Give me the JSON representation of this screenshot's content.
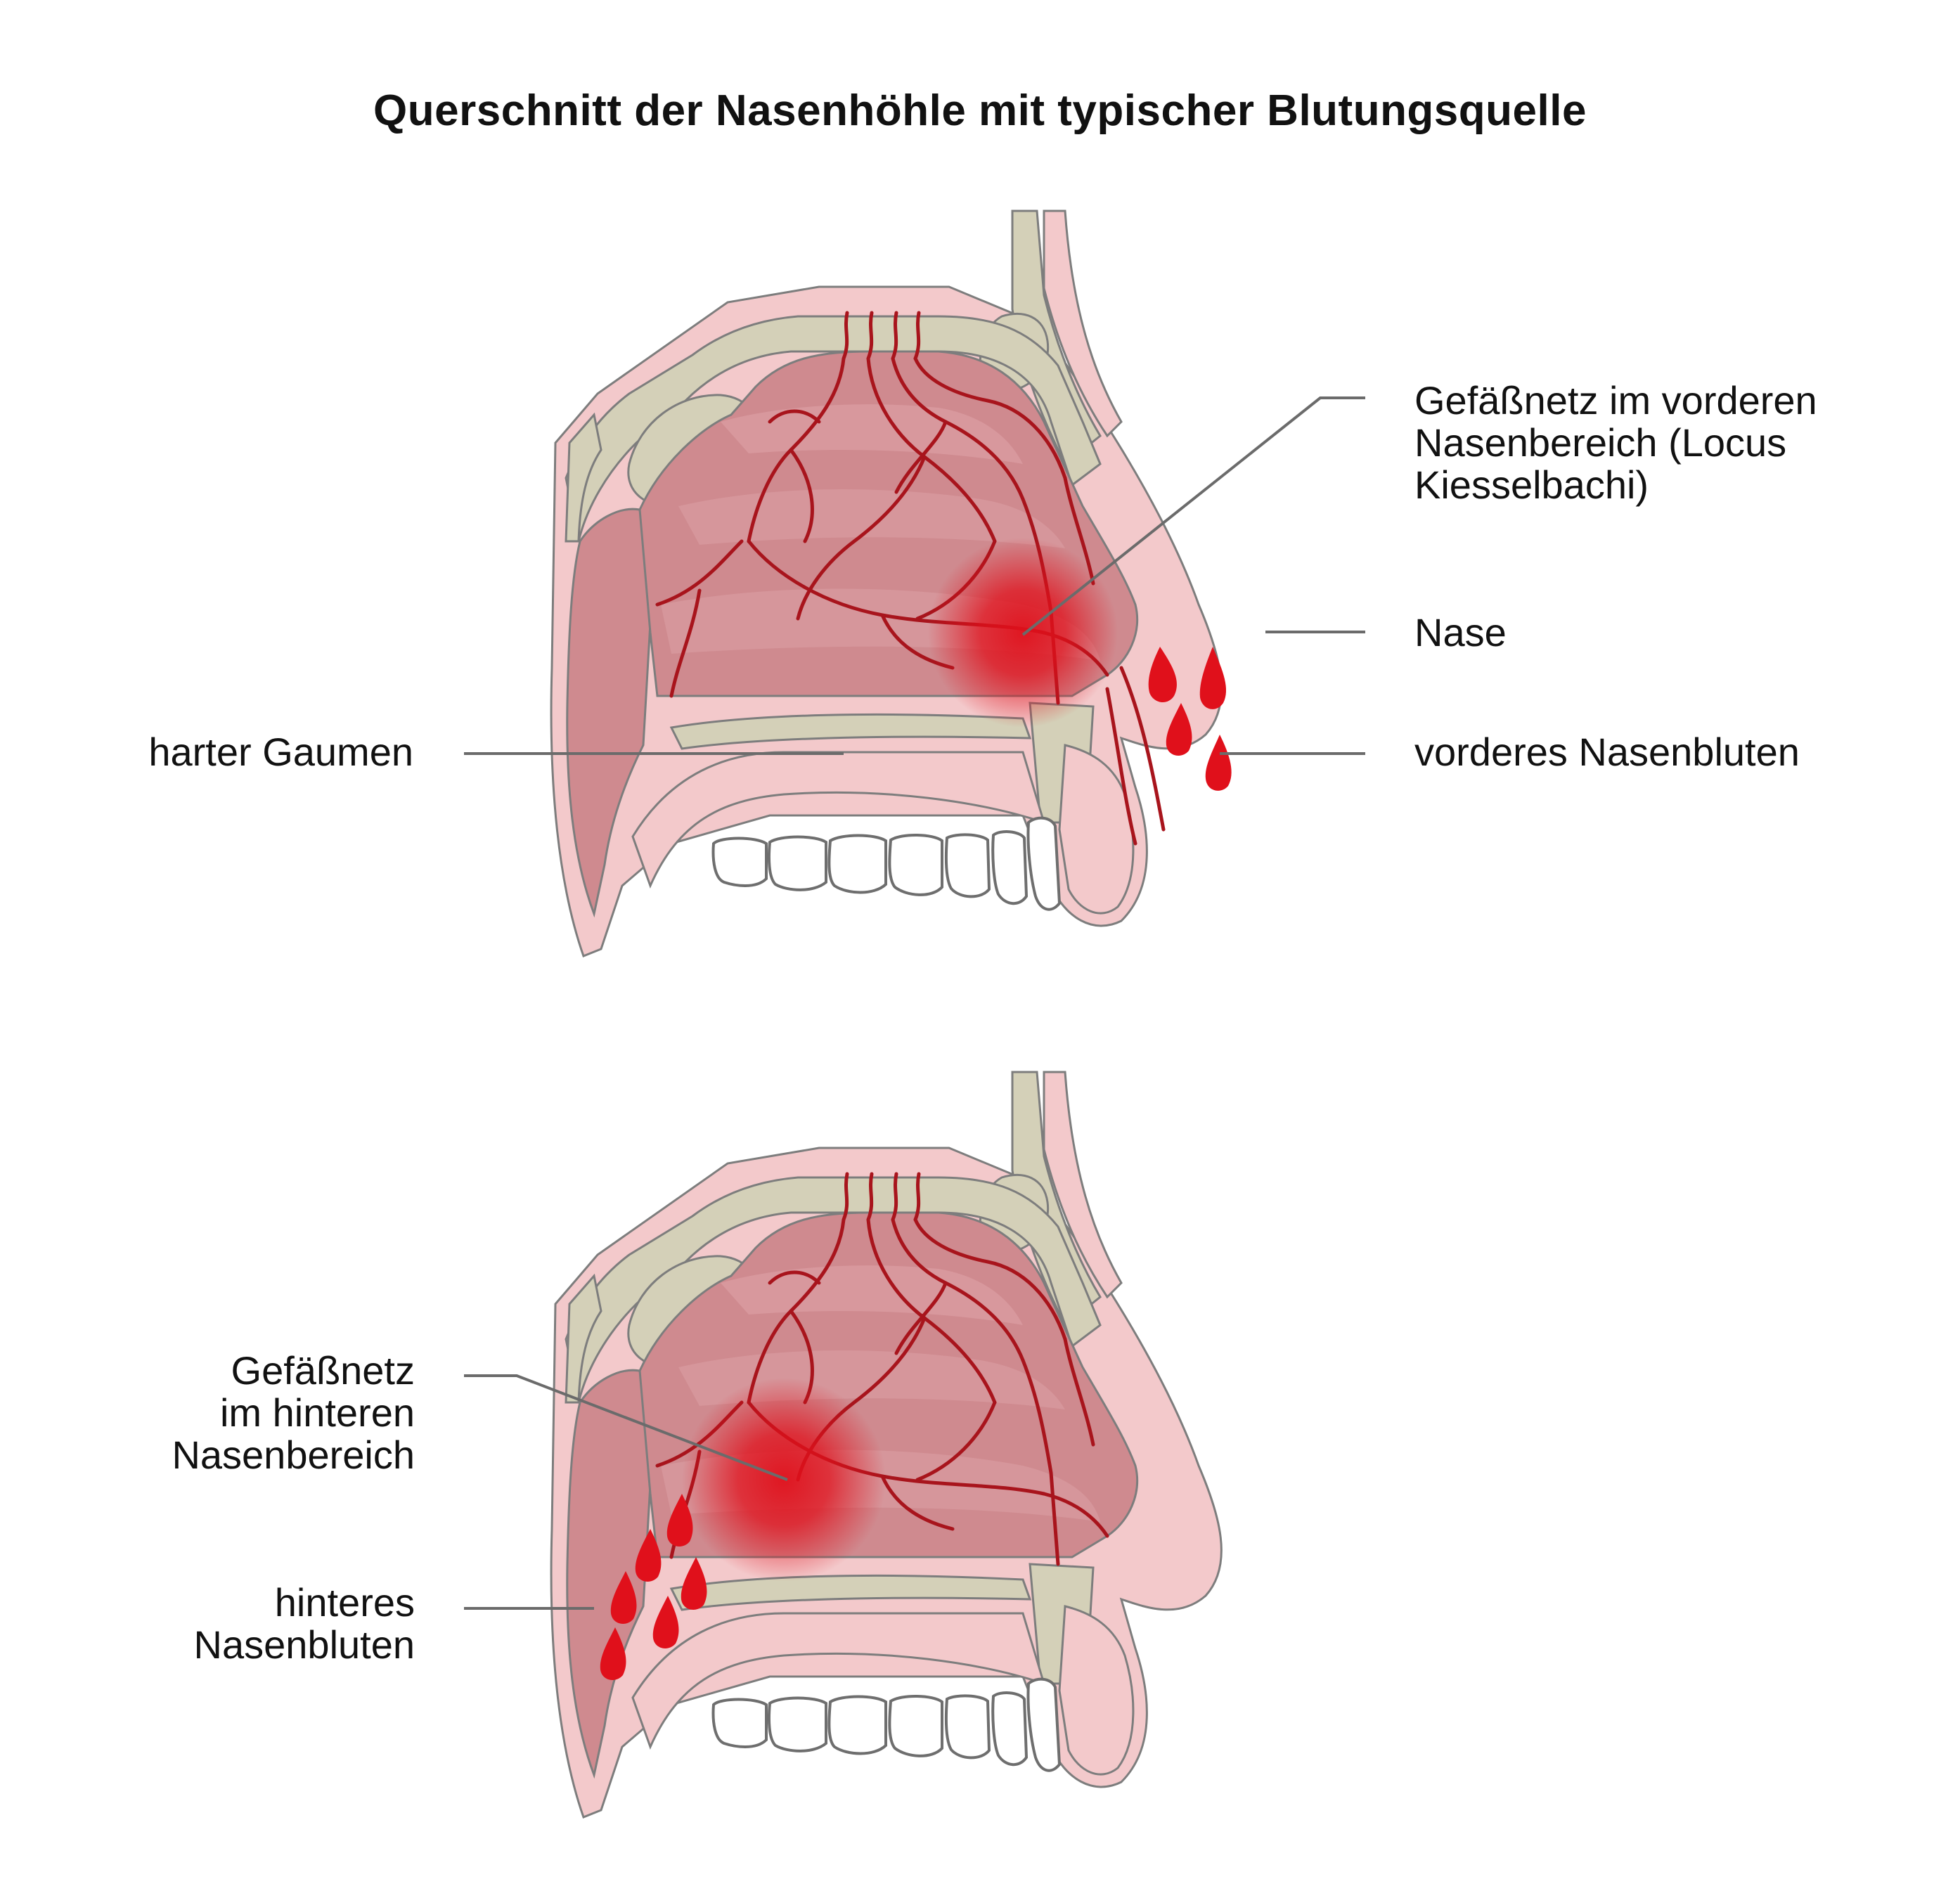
{
  "title": "Querschnitt der Nasenhöhle mit typischer Blutungsquelle",
  "colors": {
    "bone": "#d4d0b8",
    "soft_tissue": "#f3c9cb",
    "mucosa": "#cf8a8f",
    "mucosa_light": "#dea3a7",
    "vessel": "#a8141c",
    "blood": "#e0101b",
    "outline": "#7d7d7d",
    "leader_line": "#6b6b6b",
    "teeth": "#ffffff"
  },
  "labels": {
    "anterior_plexus": {
      "lines": [
        "Gefäßnetz im vorderen",
        "Nasenbereich (Locus",
        "Kiesselbachi)"
      ]
    },
    "nose": {
      "lines": [
        "Nase"
      ]
    },
    "hard_palate": {
      "lines": [
        "harter Gaumen"
      ]
    },
    "anterior_bleeding": {
      "lines": [
        "vorderes Nasenbluten"
      ]
    },
    "posterior_plexus": {
      "lines": [
        "Gefäßnetz",
        "im hinteren",
        "Nasenbereich"
      ]
    },
    "posterior_bleeding": {
      "lines": [
        "hinteres",
        "Nasenbluten"
      ]
    }
  }
}
